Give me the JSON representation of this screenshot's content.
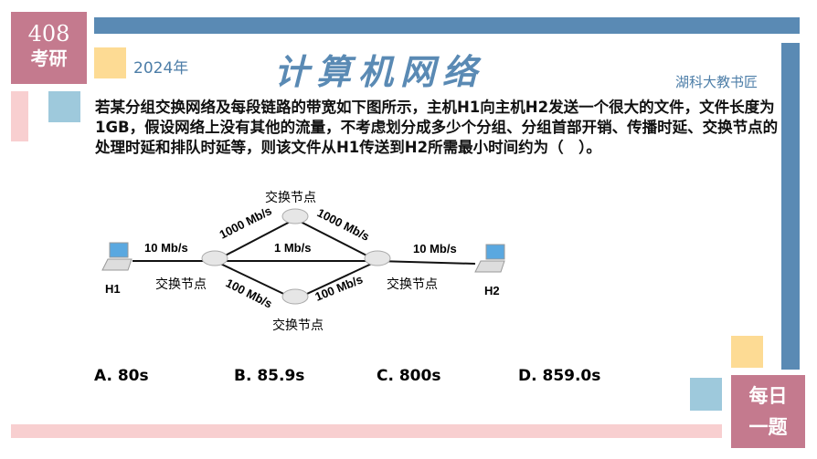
{
  "header": {
    "badge_num": "408",
    "badge_text": "考研",
    "year": "2024年",
    "title": "计算机网络",
    "author": "湖科大教书匠"
  },
  "question": {
    "text": "若某分组交换网络及每段链路的带宽如下图所示，主机H1向主机H2发送一个很大的文件，文件长度为1GB，假设网络上没有其他的流量，不考虑划分成多少个分组、分组首部开销、传播时延、交换节点的处理时延和排队时延等，则该文件从H1传送到H2所需最小时间约为（　）。"
  },
  "diagram": {
    "h1": "H1",
    "h2": "H2",
    "node_label": "交换节点",
    "links": {
      "h1_s1": "10 Mb/s",
      "s1_top": "1000 Mb/s",
      "top_s2": "1000 Mb/s",
      "s1_s2": "1 Mb/s",
      "s1_bot": "100 Mb/s",
      "bot_s2": "100 Mb/s",
      "s2_h2": "10 Mb/s"
    }
  },
  "options": [
    "A. 80s",
    "B. 85.9s",
    "C. 800s",
    "D. 859.0s"
  ],
  "footer": {
    "badge_line1": "每日",
    "badge_line2": "一题"
  },
  "colors": {
    "pink": "#c47a8e",
    "blue": "#5a8ab4",
    "light_blue": "#9ec9dc",
    "yellow": "#fddb94",
    "light_pink": "#f8cfd0"
  }
}
